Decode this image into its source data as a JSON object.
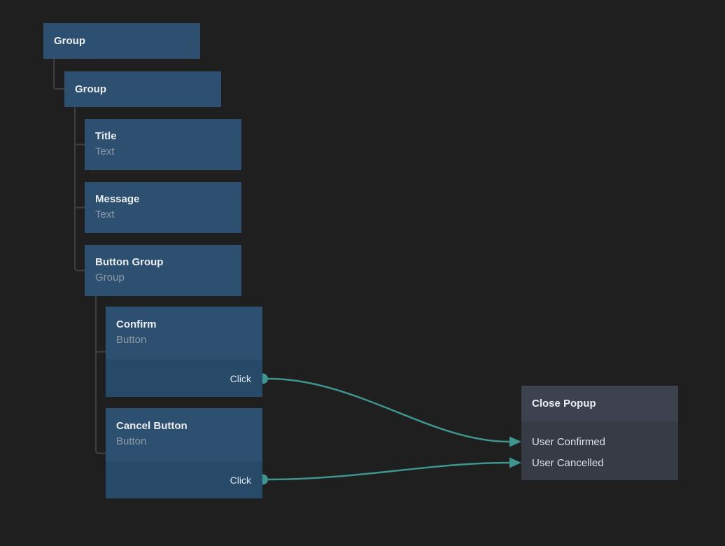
{
  "canvas": {
    "background": "#1f1f1f",
    "description": "node-based UI hierarchy editor"
  },
  "colors": {
    "node_header": "#2d5070",
    "node_body": "#284a69",
    "event_node_header": "#3e424e",
    "event_node_body": "#373b46",
    "connection": "#3f958f",
    "tree_line": "#3f3f3f",
    "title_text": "#eaeef2",
    "subtitle_text": "#8d99a7"
  },
  "nodes": [
    {
      "id": "group-1",
      "title": "Group"
    },
    {
      "id": "group-2",
      "title": "Group"
    },
    {
      "id": "title-node",
      "title": "Title",
      "subtitle": "Text"
    },
    {
      "id": "message-node",
      "title": "Message",
      "subtitle": "Text"
    },
    {
      "id": "button-group-node",
      "title": "Button Group",
      "subtitle": "Group"
    },
    {
      "id": "confirm-node",
      "title": "Confirm",
      "subtitle": "Button",
      "output": "Click"
    },
    {
      "id": "cancel-node",
      "title": "Cancel Button",
      "subtitle": "Button",
      "output": "Click"
    },
    {
      "id": "close-popup-node",
      "title": "Close Popup",
      "inputs": [
        "User Confirmed",
        "User Cancelled"
      ]
    }
  ],
  "connections": [
    {
      "from": "Confirm.Click",
      "to": "Close Popup.User Confirmed"
    },
    {
      "from": "Cancel Button.Click",
      "to": "Close Popup.User Cancelled"
    }
  ]
}
